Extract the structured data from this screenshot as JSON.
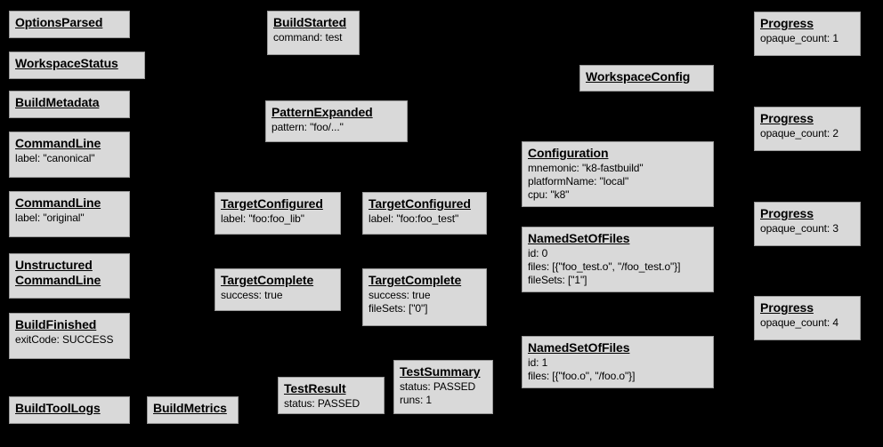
{
  "diagram": {
    "background_color": "#000000",
    "node_fill_color": "#d9d9d9",
    "node_border_color": "#9a9a9a",
    "text_color": "#000000",
    "nodes": [
      {
        "id": "options-parsed",
        "title": "OptionsParsed",
        "fields": []
      },
      {
        "id": "workspace-status",
        "title": "WorkspaceStatus",
        "fields": []
      },
      {
        "id": "build-metadata",
        "title": "BuildMetadata",
        "fields": []
      },
      {
        "id": "command-line-canonical",
        "title": "CommandLine",
        "fields": [
          "label: \"canonical\""
        ]
      },
      {
        "id": "command-line-original",
        "title": "CommandLine",
        "fields": [
          "label: \"original\""
        ]
      },
      {
        "id": "unstructured-command-line",
        "title_lines": [
          "Unstructured",
          "CommandLine"
        ],
        "title": "Unstructured CommandLine",
        "fields": []
      },
      {
        "id": "build-finished",
        "title": "BuildFinished",
        "fields": [
          "exitCode: SUCCESS"
        ]
      },
      {
        "id": "build-tool-logs",
        "title": "BuildToolLogs",
        "fields": []
      },
      {
        "id": "build-metrics",
        "title": "BuildMetrics",
        "fields": []
      },
      {
        "id": "build-started",
        "title": "BuildStarted",
        "fields": [
          "command: test"
        ]
      },
      {
        "id": "pattern-expanded",
        "title": "PatternExpanded",
        "fields": [
          "pattern: \"foo/...\""
        ]
      },
      {
        "id": "target-configured-lib",
        "title": "TargetConfigured",
        "fields": [
          "label: \"foo:foo_lib\""
        ]
      },
      {
        "id": "target-configured-test",
        "title": "TargetConfigured",
        "fields": [
          "label: \"foo:foo_test\""
        ]
      },
      {
        "id": "target-complete-lib",
        "title": "TargetComplete",
        "fields": [
          "success: true"
        ]
      },
      {
        "id": "target-complete-test",
        "title": "TargetComplete",
        "fields": [
          "success: true",
          "fileSets: [\"0\"]"
        ]
      },
      {
        "id": "test-result",
        "title": "TestResult",
        "fields": [
          "status: PASSED"
        ]
      },
      {
        "id": "test-summary",
        "title": "TestSummary",
        "fields": [
          "status: PASSED",
          "runs: 1"
        ]
      },
      {
        "id": "workspace-config",
        "title": "WorkspaceConfig",
        "fields": []
      },
      {
        "id": "configuration",
        "title": "Configuration",
        "fields": [
          "mnemonic: \"k8-fastbuild\"",
          "platformName: \"local\"",
          "cpu: \"k8\""
        ]
      },
      {
        "id": "named-set-of-files-0",
        "title": "NamedSetOfFiles",
        "fields": [
          "id: 0",
          "files: [{\"foo_test.o\", \"/foo_test.o\"}]",
          "fileSets: [\"1\"]"
        ]
      },
      {
        "id": "named-set-of-files-1",
        "title": "NamedSetOfFiles",
        "fields": [
          "id: 1",
          "files: [{\"foo.o\", \"/foo.o\"}]"
        ]
      },
      {
        "id": "progress-1",
        "title": "Progress",
        "fields": [
          "opaque_count: 1"
        ]
      },
      {
        "id": "progress-2",
        "title": "Progress",
        "fields": [
          "opaque_count: 2"
        ]
      },
      {
        "id": "progress-3",
        "title": "Progress",
        "fields": [
          "opaque_count: 3"
        ]
      },
      {
        "id": "progress-4",
        "title": "Progress",
        "fields": [
          "opaque_count: 4"
        ]
      }
    ]
  }
}
